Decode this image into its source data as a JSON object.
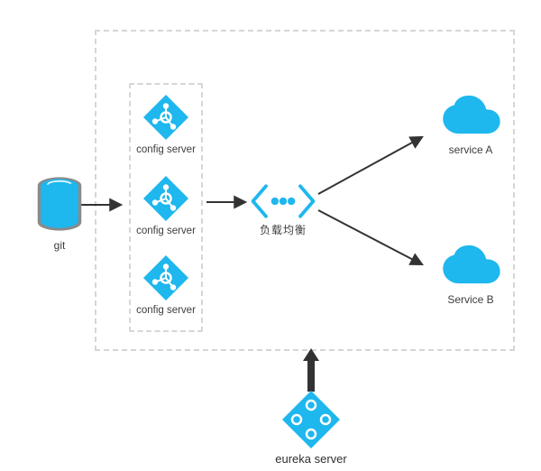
{
  "diagram": {
    "colors": {
      "accent": "#1eb7ee",
      "arrow": "#333333",
      "border": "#d6d6d6",
      "text": "#3d3d3d"
    },
    "git": {
      "label": "git"
    },
    "config_servers": [
      {
        "label": "config server"
      },
      {
        "label": "config server"
      },
      {
        "label": "config server"
      }
    ],
    "load_balancer": {
      "label": "负载均衡"
    },
    "services": [
      {
        "label": "service A"
      },
      {
        "label": "Service B"
      }
    ],
    "registry": {
      "label": "eureka server"
    }
  }
}
